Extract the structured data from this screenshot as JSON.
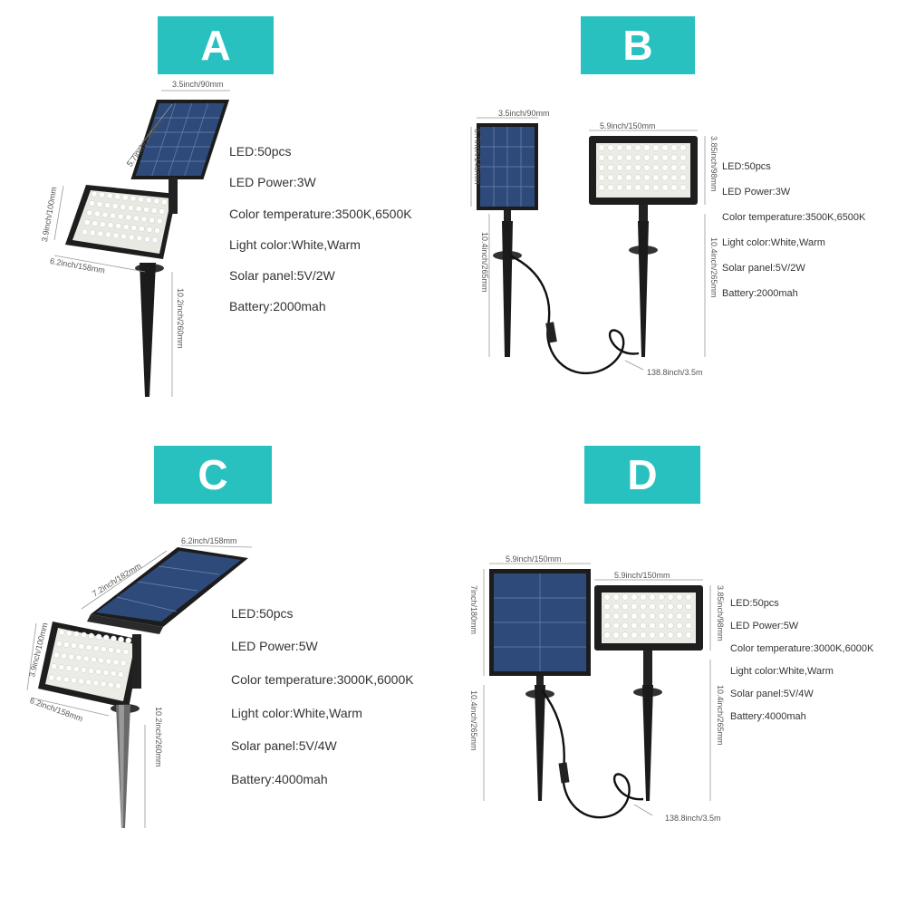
{
  "quadrants": [
    {
      "label": "A",
      "dims": {
        "panel_width": "3.5inch/90mm",
        "panel_height": "5.7inch/146mm",
        "light_height": "3.9inch/100mm",
        "light_width": "6.2inch/158mm",
        "stake_height": "10.2inch/260mm"
      },
      "specs": [
        "LED:50pcs",
        "LED Power:3W",
        "Color temperature:3500K,6500K",
        "Light color:White,Warm",
        "Solar panel:5V/2W",
        "Battery:2000mah"
      ]
    },
    {
      "label": "B",
      "dims": {
        "panel_width": "3.5inch/90mm",
        "panel_height": "5.7inch/146mm",
        "light_width": "5.9inch/150mm",
        "light_height": "3.85inch/98mm",
        "stake_left": "10.4inch/265mm",
        "stake_right": "10.4inch/265mm",
        "cable": "138.8inch/3.5m"
      },
      "specs": [
        "LED:50pcs",
        "LED Power:3W",
        "Color temperature:3500K,6500K",
        "Light color:White,Warm",
        "Solar panel:5V/2W",
        "Battery:2000mah"
      ]
    },
    {
      "label": "C",
      "dims": {
        "panel_width": "6.2inch/158mm",
        "panel_height": "7.2inch/182mm",
        "light_height": "3.9inch/100mm",
        "light_width": "6.2inch/158mm",
        "stake_height": "10.2inch/260mm"
      },
      "specs": [
        "LED:50pcs",
        "LED Power:5W",
        "Color temperature:3000K,6000K",
        "Light color:White,Warm",
        "Solar panel:5V/4W",
        "Battery:4000mah"
      ]
    },
    {
      "label": "D",
      "dims": {
        "panel_width": "5.9inch/150mm",
        "panel_height": "7inch/180mm",
        "light_width": "5.9inch/150mm",
        "light_height": "3.85inch/98mm",
        "stake_left": "10.4inch/265mm",
        "stake_right": "10.4inch/265mm",
        "cable": "138.8inch/3.5m"
      },
      "specs": [
        "LED:50pcs",
        "LED Power:5W",
        "Color temperature:3000K,6000K",
        "Light color:White,Warm",
        "Solar panel:5V/4W",
        "Battery:4000mah"
      ]
    }
  ],
  "colors": {
    "badge": "#29c1c0",
    "panel": "#2e4a7a",
    "housing": "#1e1e1e",
    "led": "#f4f4f0"
  },
  "icons": [
    "solar-panel-icon",
    "led-floodlight-icon",
    "ground-stake-icon",
    "cable-icon"
  ]
}
